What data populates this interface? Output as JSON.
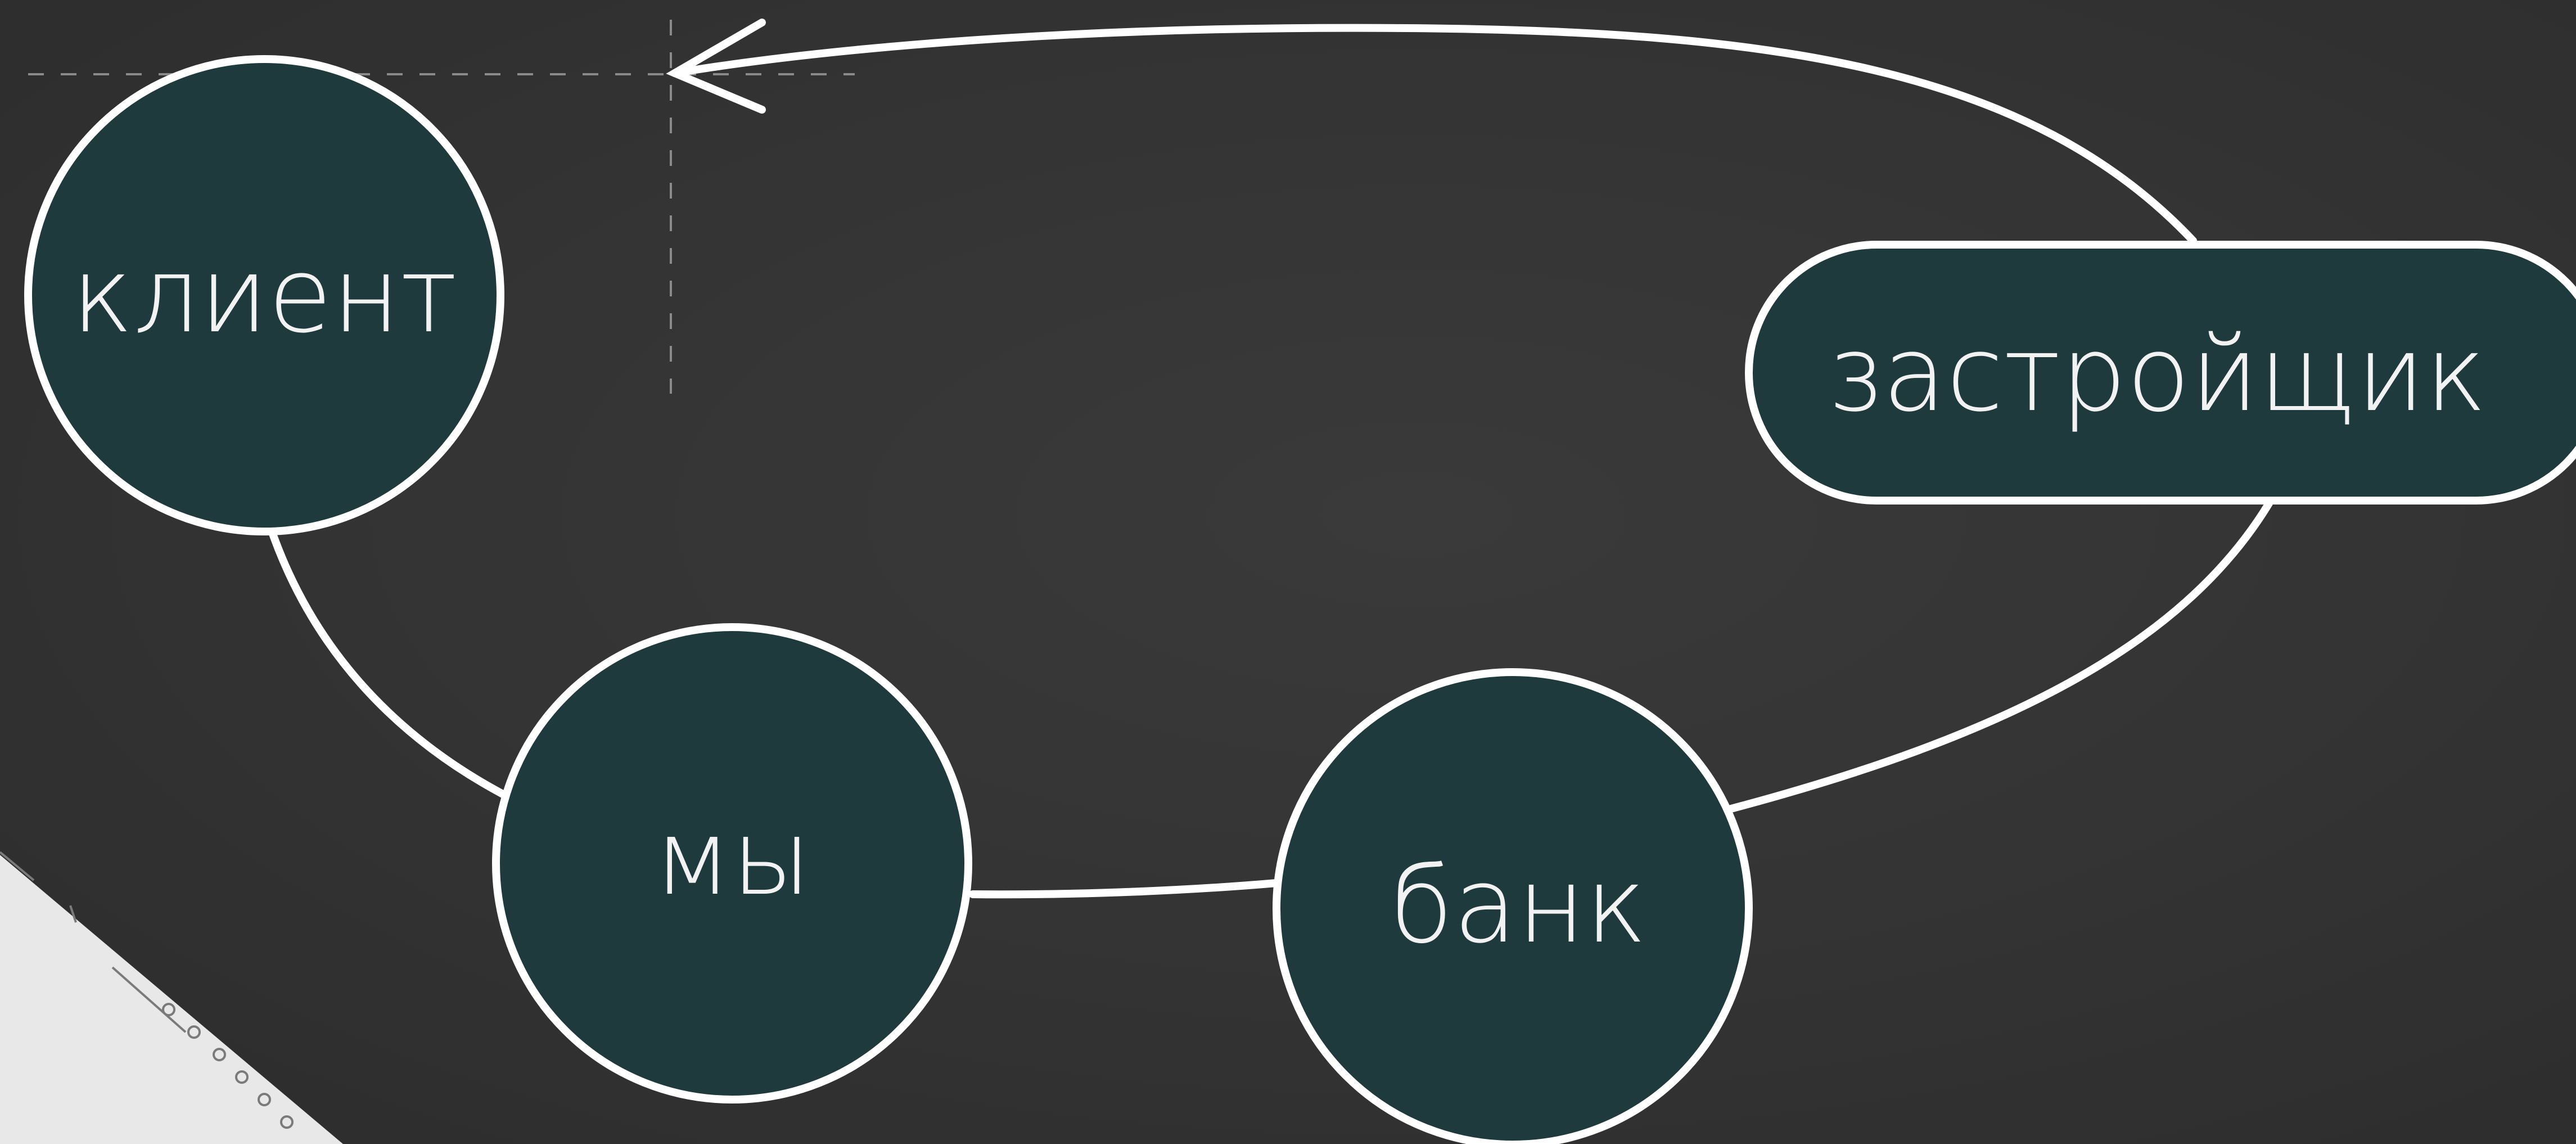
{
  "diagram": {
    "nodes": [
      {
        "id": "client",
        "label": "клиент",
        "shape": "circle"
      },
      {
        "id": "we",
        "label": "мы",
        "shape": "circle"
      },
      {
        "id": "bank",
        "label": "банк",
        "shape": "circle"
      },
      {
        "id": "developer",
        "label": "застройщик",
        "shape": "pill"
      }
    ],
    "edges": [
      {
        "from": "client",
        "to": "we",
        "arrow": false
      },
      {
        "from": "we",
        "to": "bank",
        "arrow": false
      },
      {
        "from": "bank",
        "to": "developer",
        "arrow": false
      },
      {
        "from": "developer",
        "to": "client",
        "arrow": true
      }
    ],
    "colors": {
      "background": "#333333",
      "node_fill": "#1e3a3d",
      "stroke": "#ffffff",
      "text": "#f2f2f2",
      "guide_lines": "#8a8a8a"
    }
  }
}
